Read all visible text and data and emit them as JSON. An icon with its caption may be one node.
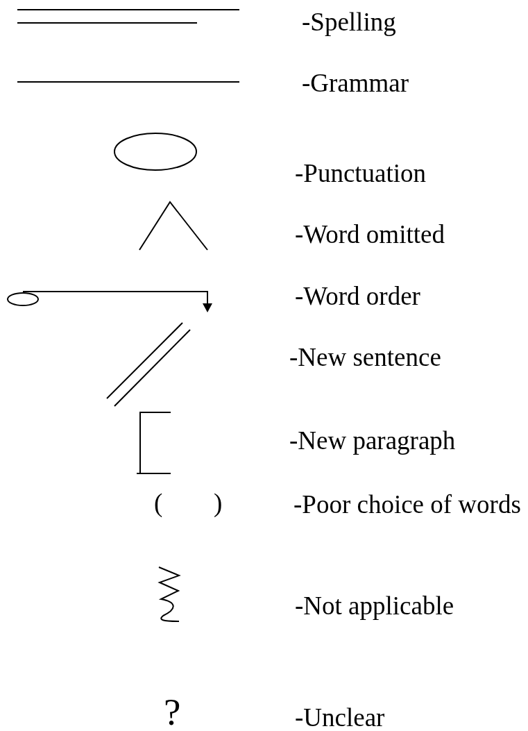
{
  "diagram": {
    "labels": [
      "(",
      ")",
      "?"
    ],
    "legend": [
      {
        "text": "-Spelling"
      },
      {
        "text": "-Grammar"
      },
      {
        "text": "-Punctuation"
      },
      {
        "text": "-Word omitted"
      },
      {
        "text": "-Word order"
      },
      {
        "text": "-New sentence"
      },
      {
        "text": "-New paragraph"
      },
      {
        "text": "-Poor choice of words"
      },
      {
        "text": "-Not applicable"
      },
      {
        "text": "-Unclear"
      }
    ]
  }
}
